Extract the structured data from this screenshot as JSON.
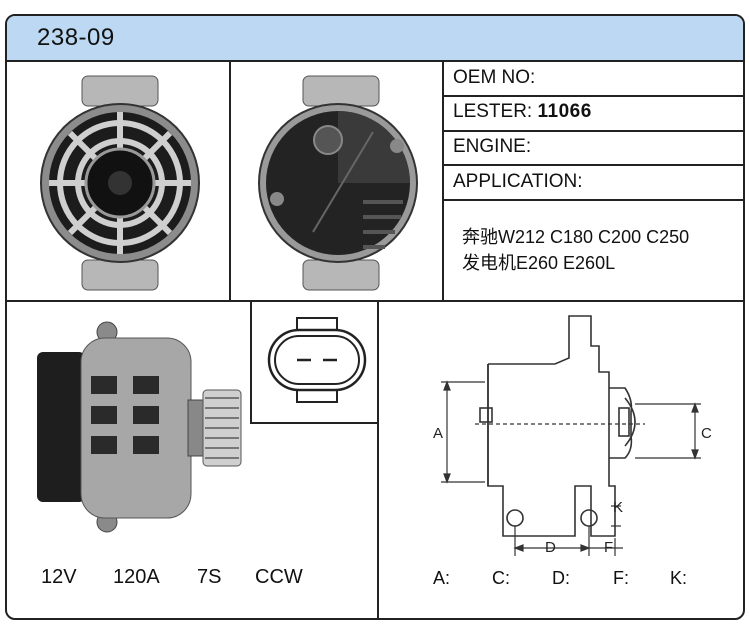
{
  "header": {
    "title": "238-09"
  },
  "info": {
    "oem_label": "OEM NO:",
    "lester_label": "LESTER:",
    "lester_value": "11066",
    "engine_label": "ENGINE:",
    "application_label": "APPLICATION:"
  },
  "application": {
    "line1": "奔驰W212 C180 C200 C250",
    "line2": "发电机E260 E260L"
  },
  "specs": {
    "voltage": "12V",
    "amperage": "120A",
    "pulley": "7S",
    "rotation": "CCW"
  },
  "drawing": {
    "A": "A",
    "C": "C",
    "D": "D",
    "F": "F",
    "K": "K"
  },
  "dimensions": {
    "A": "A:",
    "C": "C:",
    "D": "D:",
    "F": "F:",
    "K": "K:"
  }
}
